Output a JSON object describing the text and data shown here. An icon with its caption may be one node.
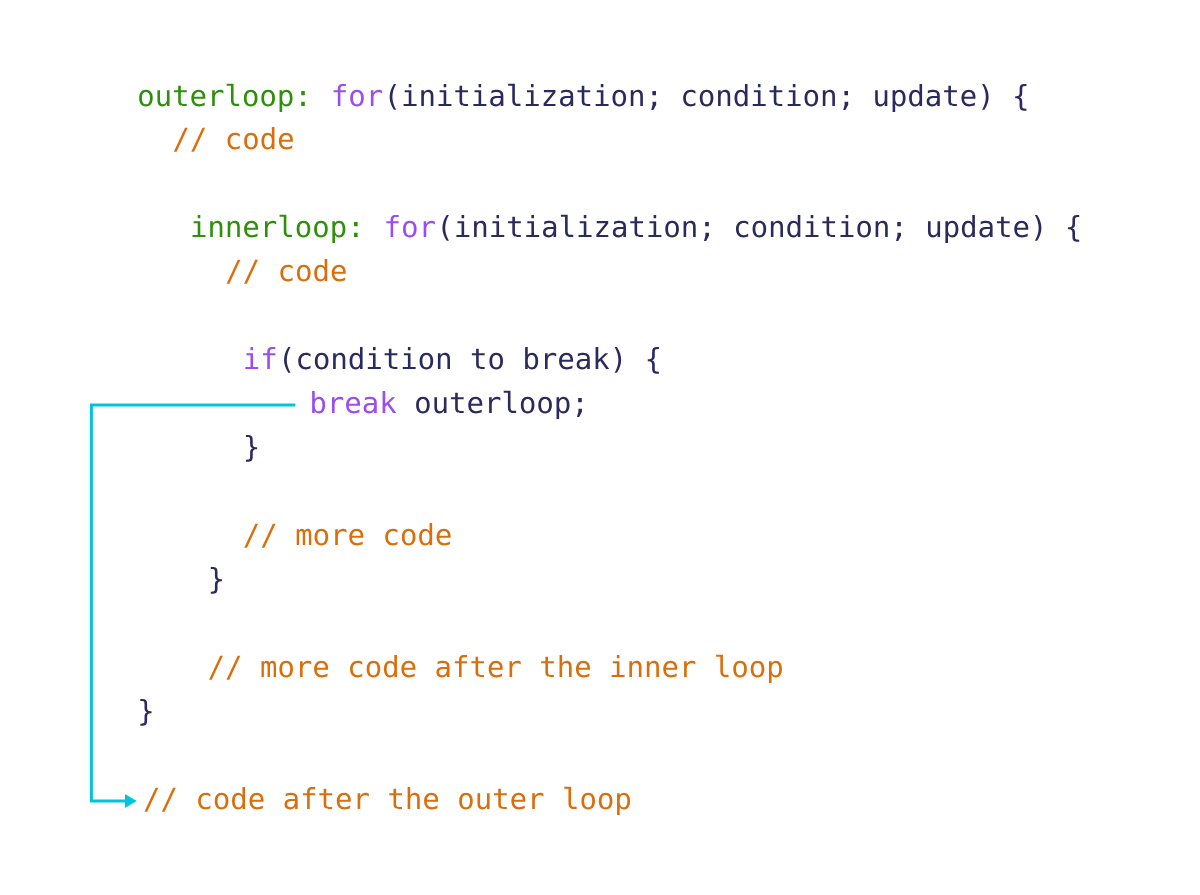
{
  "diagram": {
    "nodes": [
      {
        "text": [
          "break",
          "outerloop;"
        ]
      },
      {
        "text": [
          "// code after the outer loop"
        ]
      }
    ],
    "edges": [
      {
        "from": 0,
        "to": 1,
        "arrow": "to",
        "color": "#00c4dc"
      }
    ],
    "labels": [
      "outerloop:",
      "for",
      "(initialization; condition; update) {",
      "// code",
      "innerloop:",
      "for",
      "(initialization; condition; update) {",
      "// code",
      "if",
      "(condition to break) {",
      "}",
      "// more code",
      "}",
      "// more code after the inner loop",
      "}"
    ]
  }
}
